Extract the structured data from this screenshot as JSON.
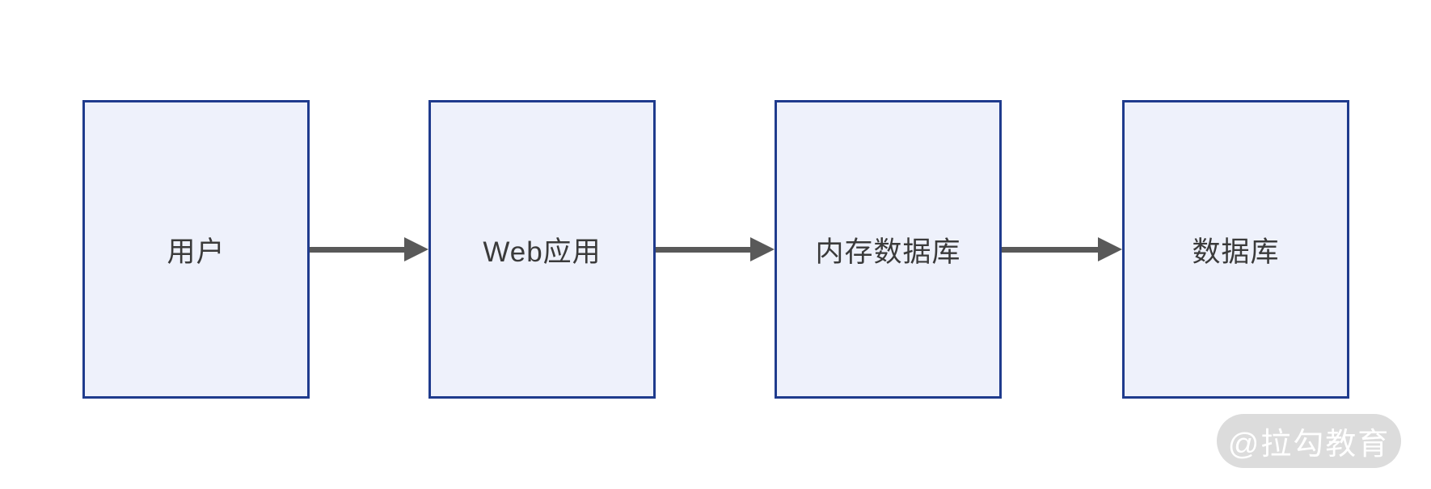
{
  "diagram": {
    "title": "cache-architecture-flow",
    "nodes": [
      {
        "id": "user",
        "label": "用户"
      },
      {
        "id": "web-app",
        "label": "Web应用"
      },
      {
        "id": "memory-db",
        "label": "内存数据库"
      },
      {
        "id": "db",
        "label": "数据库"
      }
    ],
    "edges": [
      {
        "from": "用户",
        "to": "Web应用",
        "direction": "right"
      },
      {
        "from": "Web应用",
        "to": "内存数据库",
        "direction": "right"
      },
      {
        "from": "内存数据库",
        "to": "数据库",
        "direction": "right"
      }
    ],
    "watermark": "@拉勾教育"
  },
  "colors": {
    "canvas_bg": "#ffffff",
    "node_fill": "#eef1fb",
    "node_border": "#1f3b8d",
    "node_text": "#3a3a3a",
    "arrow": "#595959",
    "watermark_bg": "#dcdcdc",
    "watermark_text": "#ffffff"
  }
}
